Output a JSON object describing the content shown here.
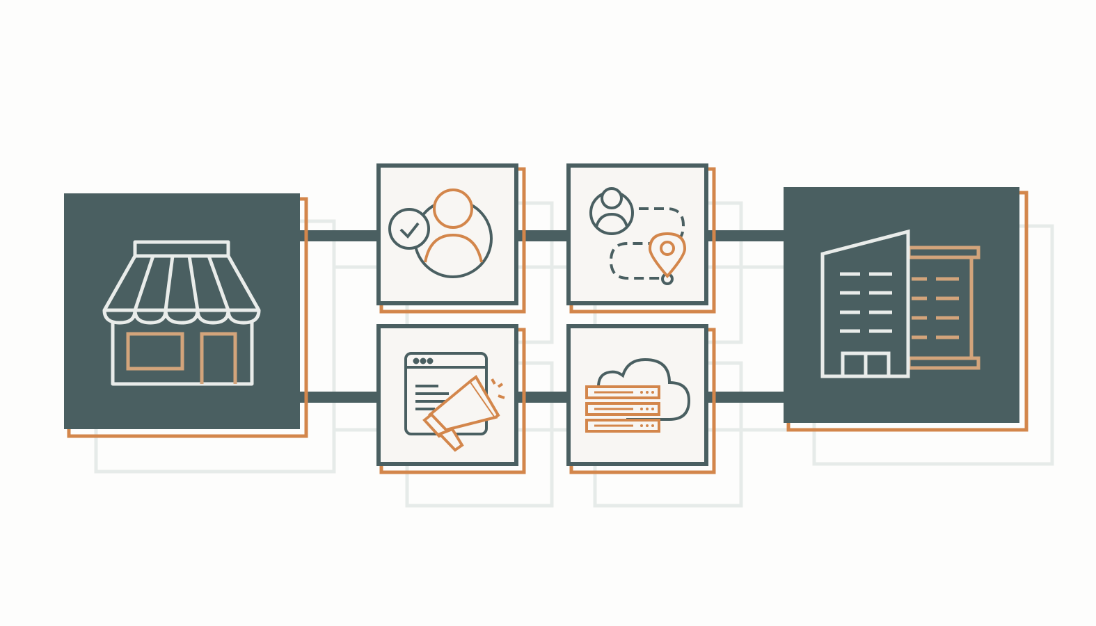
{
  "colors": {
    "background": "#fdfdfc",
    "dark": "#4a5f61",
    "accent": "#d3864b",
    "light_fill": "#f8f6f3",
    "icon_light": "#e9ecea",
    "shadow": "#e7ebe9"
  },
  "nodes": [
    {
      "id": "storefront",
      "icon": "storefront-icon"
    },
    {
      "id": "verified-customer",
      "icon": "verified-user-icon"
    },
    {
      "id": "customer-journey",
      "icon": "location-route-icon"
    },
    {
      "id": "digital-marketing",
      "icon": "megaphone-browser-icon"
    },
    {
      "id": "cloud-servers",
      "icon": "cloud-server-icon"
    },
    {
      "id": "office-buildings",
      "icon": "office-building-icon"
    }
  ]
}
